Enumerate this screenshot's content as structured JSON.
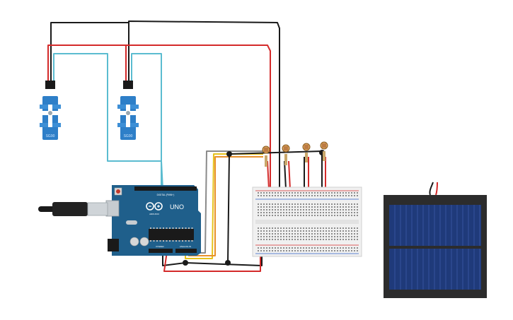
{
  "arduino": {
    "brand": "ARDUINO",
    "model": "UNO",
    "digital_label": "DIGITAL (PWM~)",
    "power_label": "POWER",
    "analog_label": "ANALOG IN"
  },
  "colors": {
    "wire_red": "#d42a2a",
    "wire_black": "#1a1a1a",
    "wire_cyan": "#5bbcd0",
    "wire_yellow": "#e6c21e",
    "wire_orange": "#e8902a",
    "wire_green": "#3aa83a",
    "wire_gray": "#8a8a8a",
    "arduino_board": "#1f5f8b",
    "servo_body": "#2e7fc8",
    "breadboard": "#f2f2f2",
    "solar_frame": "#2c2c2c",
    "solar_cell": "#1f3a7a"
  },
  "icons": {
    "servo": "servo-motor-icon",
    "ldr": "photoresistor-icon",
    "solar": "solar-panel-icon",
    "usb": "usb-cable-icon"
  }
}
